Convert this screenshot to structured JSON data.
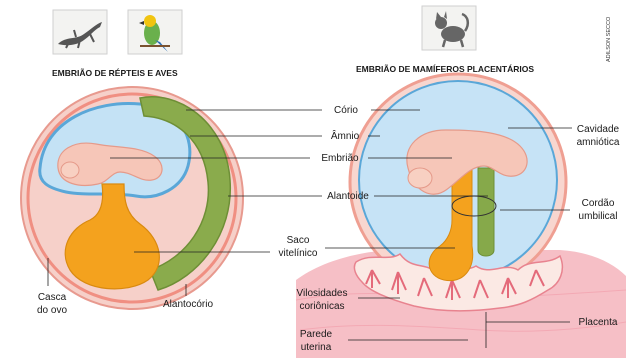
{
  "headings": {
    "left": "EMBRIÃO DE RÉPTEIS E AVES",
    "right": "EMBRIÃO DE MAMÍFEROS PLACENTÁRIOS"
  },
  "credit": "ADILSON SECCO",
  "icons": [
    "reptile-icon",
    "bird-icon",
    "mammal-icon"
  ],
  "labels": {
    "corio": "Cório",
    "amnio": "Âmnio",
    "embriao": "Embrião",
    "alantoide": "Alantoide",
    "saco_vitelinico": [
      "Saco",
      "vitelínico"
    ],
    "casca_do_ovo": [
      "Casca",
      "do ovo"
    ],
    "alantocorio": "Alantocório",
    "vilosidades_corionicas": [
      "Vilosidades",
      "coriônicas"
    ],
    "parede_uterina": [
      "Parede",
      "uterina"
    ],
    "cavidade_amniotica": [
      "Cavidade",
      "amniótica"
    ],
    "cordao_umbilical": [
      "Cordão",
      "umbilical"
    ],
    "placenta": "Placenta"
  },
  "colors": {
    "chorion": "#f2a79c",
    "amnion_fluid": "#bfe0f5",
    "amnion_line": "#5aa7d8",
    "embryo": "#f6c6b8",
    "allantois": "#86a94a",
    "yolk_sac": "#f4a21e",
    "uterus": "#f6bfc6",
    "leader_line": "#222222"
  }
}
